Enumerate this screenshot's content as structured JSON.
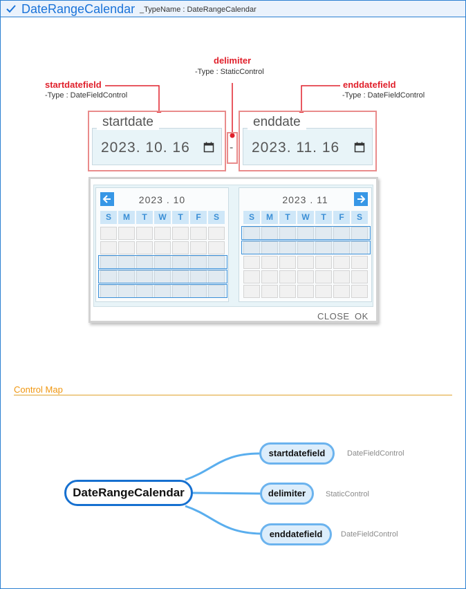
{
  "header": {
    "title": "DateRangeCalendar",
    "subtitle": "_TypeName : DateRangeCalendar"
  },
  "callouts": {
    "startdatefield": {
      "name": "startdatefield",
      "type": "-Type : DateFieldControl"
    },
    "delimiter": {
      "name": "delimiter",
      "type": "-Type : StaticControl"
    },
    "enddatefield": {
      "name": "enddatefield",
      "type": "-Type : DateFieldControl"
    }
  },
  "start_field": {
    "label": "startdate",
    "value": "2023. 10. 16",
    "icon": "calendar-icon"
  },
  "delimiter_text": "-",
  "end_field": {
    "label": "enddate",
    "value": "2023. 11. 16",
    "icon": "calendar-icon"
  },
  "calendar": {
    "left_month": "2023 . 10",
    "right_month": "2023 . 11",
    "weekdays": [
      "S",
      "M",
      "T",
      "W",
      "T",
      "F",
      "S"
    ],
    "prev_icon": "arrow-left-icon",
    "next_icon": "arrow-right-icon",
    "close_label": "CLOSE",
    "ok_label": "OK"
  },
  "control_map": {
    "section_title": "Control Map",
    "root": "DateRangeCalendar",
    "children": [
      {
        "name": "startdatefield",
        "type": "DateFieldControl"
      },
      {
        "name": "delimiter",
        "type": "StaticControl"
      },
      {
        "name": "enddatefield",
        "type": "DateFieldControl"
      }
    ]
  },
  "colors": {
    "accent_blue": "#1a73d9",
    "callout_red": "#e0202b",
    "highlight_border": "#e98b8b",
    "section_orange": "#f0960e",
    "node_border": "#6bb3ee"
  }
}
